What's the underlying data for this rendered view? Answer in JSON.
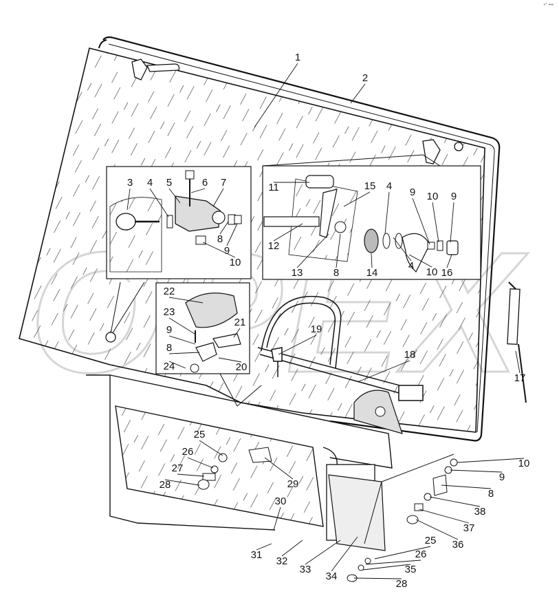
{
  "corner_mark": "•° •••",
  "watermark": "ОРЕХ",
  "callouts": [
    "1",
    "2",
    "3",
    "4",
    "5",
    "6",
    "7",
    "8",
    "9",
    "10",
    "11",
    "12",
    "13",
    "15",
    "4",
    "8",
    "9",
    "10",
    "9",
    "10",
    "4",
    "14",
    "16",
    "22",
    "23",
    "9",
    "8",
    "21",
    "24",
    "20",
    "19",
    "18",
    "17",
    "25",
    "26",
    "27",
    "28",
    "29",
    "30",
    "31",
    "32",
    "33",
    "34",
    "10",
    "9",
    "8",
    "38",
    "37",
    "36",
    "25",
    "26",
    "35",
    "28"
  ]
}
